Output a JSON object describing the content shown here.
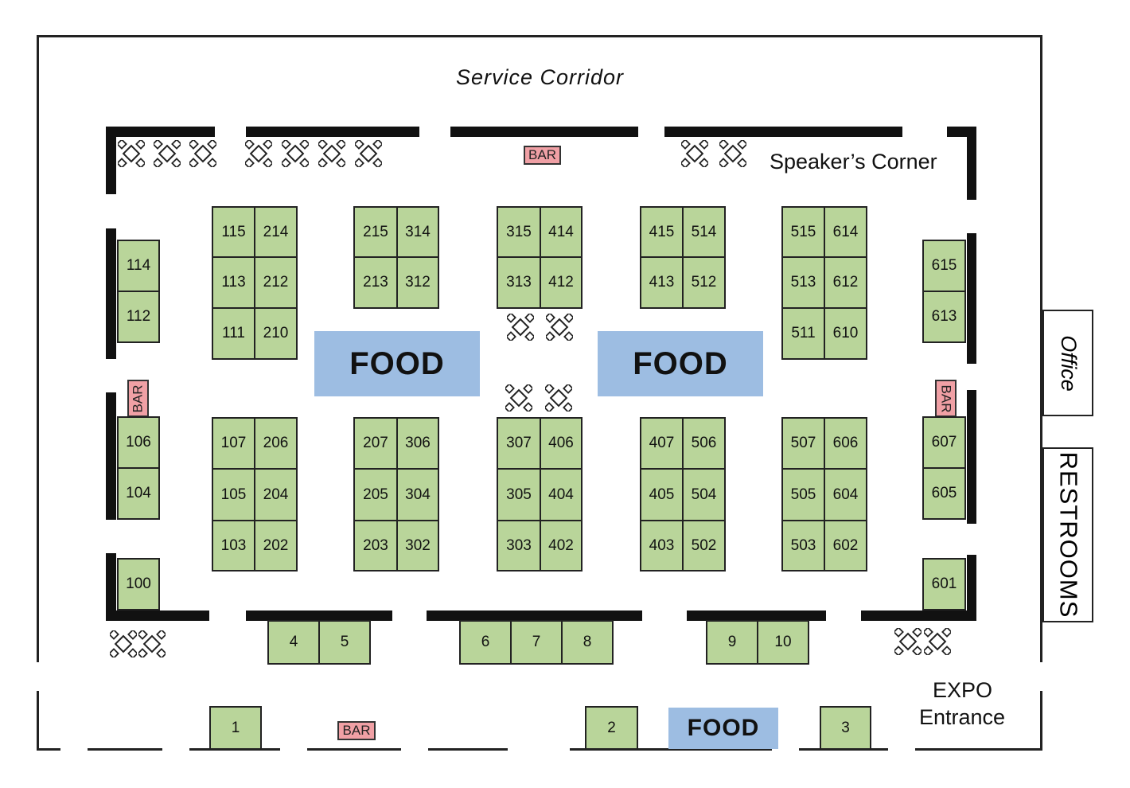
{
  "labels": {
    "service_corridor": "Service Corridor",
    "speakers_corner": "Speaker’s Corner",
    "office": "Office",
    "restrooms": "RESTROOMS",
    "expo_line1": "EXPO",
    "expo_line2": "Entrance"
  },
  "food_label": "FOOD",
  "bar_label": "BAR",
  "colors": {
    "booth_fill": "#b9d59a",
    "food_fill": "#9dbde2",
    "bar_fill": "#f0a0a5",
    "wall": "#111111"
  },
  "icon_names": {
    "table": "cafe-table-icon"
  },
  "booths": {
    "b115": "115",
    "b214": "214",
    "b113": "113",
    "b212": "212",
    "b111": "111",
    "b210": "210",
    "b215": "215",
    "b314": "314",
    "b213": "213",
    "b312": "312",
    "b315": "315",
    "b414": "414",
    "b313": "313",
    "b412": "412",
    "b415": "415",
    "b514": "514",
    "b413": "413",
    "b512": "512",
    "b515": "515",
    "b614": "614",
    "b513": "513",
    "b612": "612",
    "b511": "511",
    "b610": "610",
    "b114": "114",
    "b112": "112",
    "b615": "615",
    "b613": "613",
    "b106": "106",
    "b104": "104",
    "b100": "100",
    "b607": "607",
    "b605": "605",
    "b601": "601",
    "b107": "107",
    "b206": "206",
    "b105": "105",
    "b204": "204",
    "b103": "103",
    "b202": "202",
    "b207": "207",
    "b306": "306",
    "b205": "205",
    "b304": "304",
    "b203": "203",
    "b302": "302",
    "b307": "307",
    "b406": "406",
    "b305": "305",
    "b404": "404",
    "b303": "303",
    "b402": "402",
    "b407": "407",
    "b506": "506",
    "b405": "405",
    "b504": "504",
    "b403": "403",
    "b502": "502",
    "b507": "507",
    "b606": "606",
    "b505": "505",
    "b604": "604",
    "b503": "503",
    "b602": "602",
    "b4": "4",
    "b5": "5",
    "b6": "6",
    "b7": "7",
    "b8": "8",
    "b9": "9",
    "b10": "10",
    "b1": "1",
    "b2": "2",
    "b3": "3"
  }
}
